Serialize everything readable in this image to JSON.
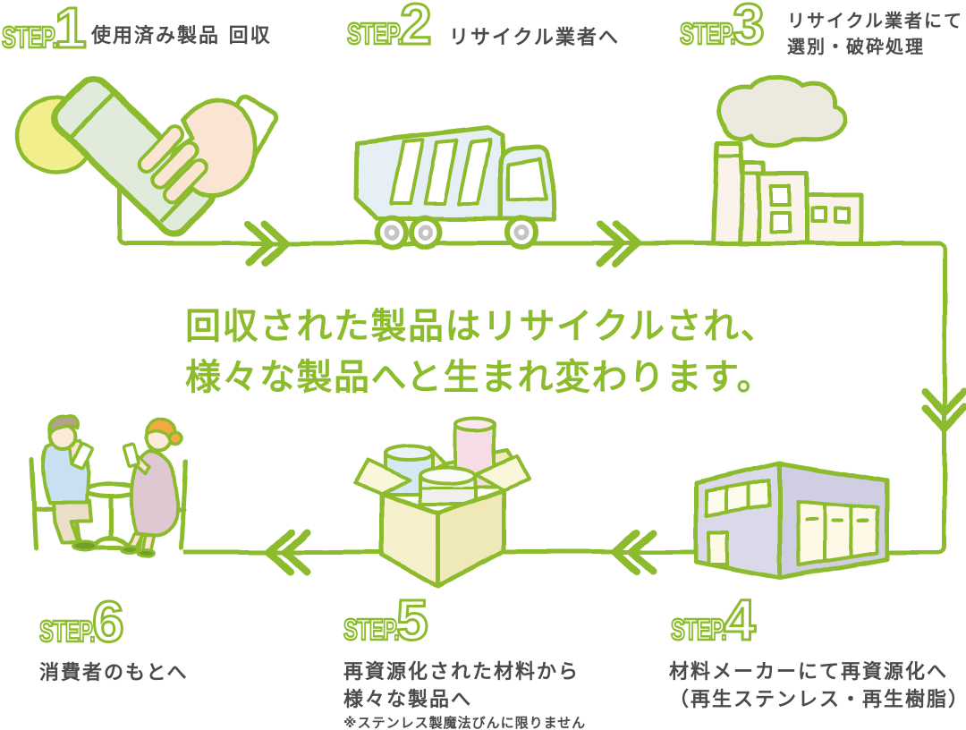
{
  "colors": {
    "accent_green": "#8cbb2d",
    "label_dark": "#4b4b4b",
    "circle_yellow": "#f3ee8c",
    "bottle_mint": "#e0ebdc",
    "truck_blue": "#e7eff6",
    "factory_cream": "#faf2eb",
    "warehouse_lavender": "#dad8e9",
    "box_cream": "#f6f1cc"
  },
  "headline": {
    "line1": "回収された製品はリサイクルされ、",
    "line2": "様々な製品へと生まれ変わります。"
  },
  "steps": [
    {
      "prefix": "STEP.",
      "number": "1",
      "label": "使用済み製品 回収",
      "illustration": "hand-holding-used-bottle"
    },
    {
      "prefix": "STEP.",
      "number": "2",
      "label": "リサイクル業者へ",
      "illustration": "collection-truck"
    },
    {
      "prefix": "STEP.",
      "number": "3",
      "label_line1": "リサイクル業者にて",
      "label_line2": "選別・破砕処理",
      "illustration": "recycling-factory"
    },
    {
      "prefix": "STEP.",
      "number": "4",
      "label_line1": "材料メーカーにて再資源化へ",
      "label_line2": "（再生ステンレス・再生樹脂）",
      "illustration": "materials-maker-building"
    },
    {
      "prefix": "STEP.",
      "number": "5",
      "label_line1": "再資源化された材料から",
      "label_line2": "様々な製品へ",
      "note": "※ステンレス製魔法びんに限りません",
      "illustration": "box-of-new-products"
    },
    {
      "prefix": "STEP.",
      "number": "6",
      "label": "消費者のもとへ",
      "illustration": "consumers-at-table"
    }
  ],
  "icons": {
    "arrow_right": "double-chevron-right",
    "arrow_left": "double-chevron-left",
    "arrow_down": "double-chevron-down"
  }
}
